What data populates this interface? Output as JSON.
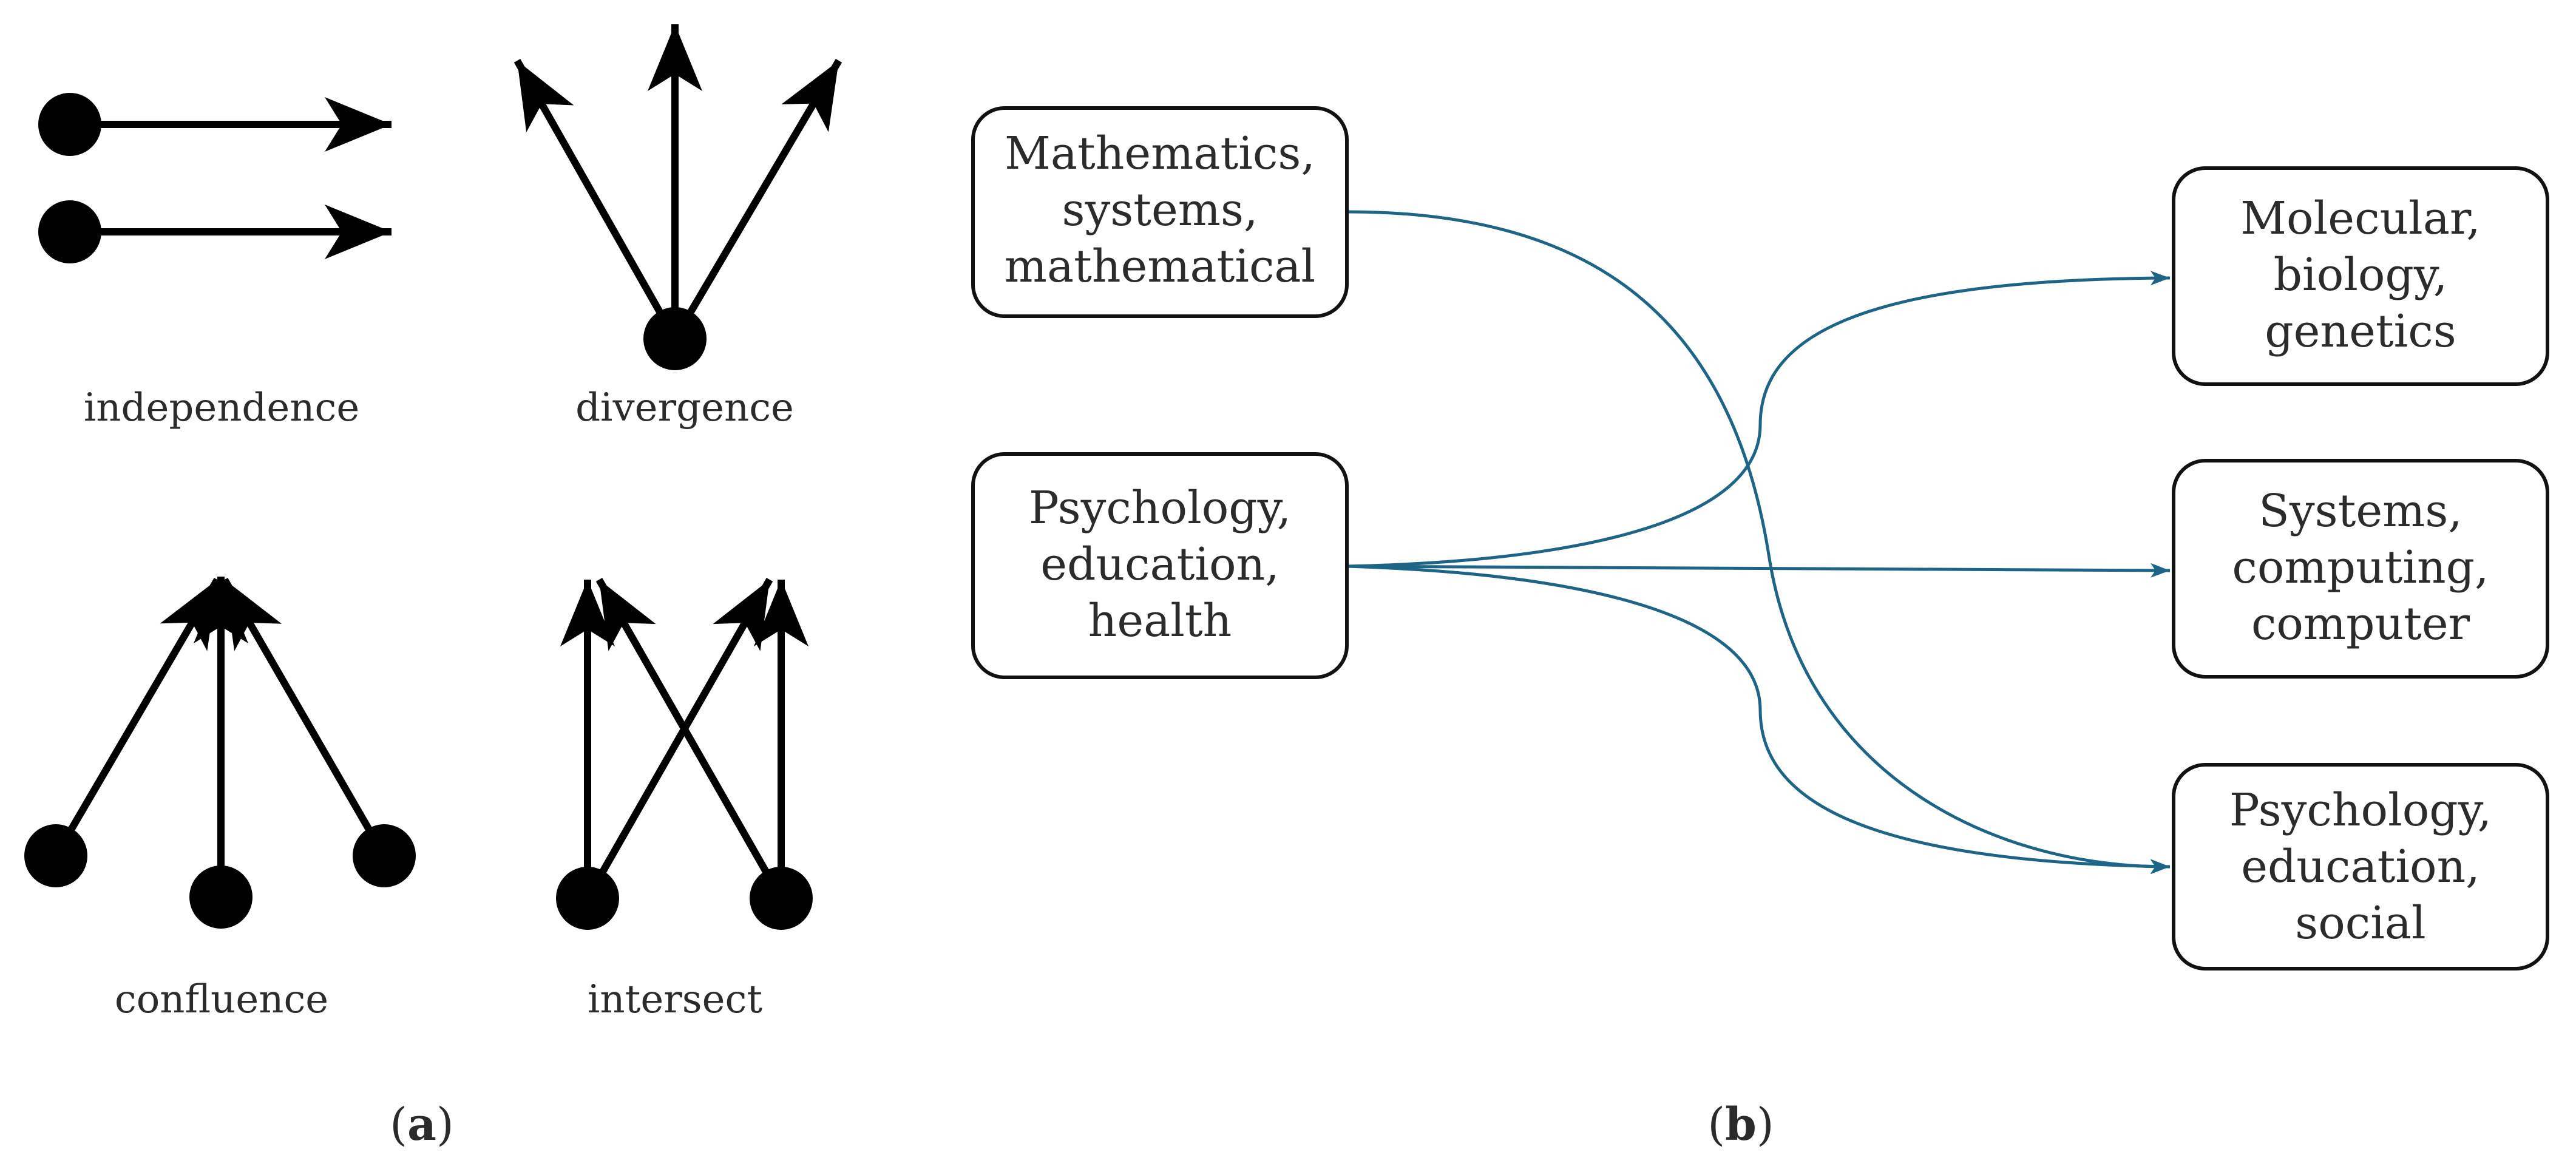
{
  "panel_a": {
    "label": "(a)",
    "label_letter": "a",
    "patterns": [
      {
        "id": "independence",
        "label": "independence"
      },
      {
        "id": "divergence",
        "label": "divergence"
      },
      {
        "id": "confluence",
        "label": "confluence"
      },
      {
        "id": "intersect",
        "label": "intersect"
      }
    ]
  },
  "panel_b": {
    "label": "(b)",
    "label_letter": "b",
    "source_nodes": [
      {
        "id": "src-math",
        "lines": [
          "Mathematics,",
          "systems,",
          "mathematical"
        ]
      },
      {
        "id": "src-psych",
        "lines": [
          "Psychology,",
          "education,",
          "health"
        ]
      }
    ],
    "target_nodes": [
      {
        "id": "tgt-molecular",
        "lines": [
          "Molecular,",
          "biology,",
          "genetics"
        ]
      },
      {
        "id": "tgt-systems",
        "lines": [
          "Systems,",
          "computing,",
          "computer"
        ]
      },
      {
        "id": "tgt-psych",
        "lines": [
          "Psychology,",
          "education,",
          "social"
        ]
      }
    ],
    "links": [
      {
        "from": "src-math",
        "to": "tgt-psych"
      },
      {
        "from": "src-psych",
        "to": "tgt-molecular"
      },
      {
        "from": "src-psych",
        "to": "tgt-systems"
      },
      {
        "from": "src-psych",
        "to": "tgt-psych"
      }
    ],
    "link_color": "#1c6587"
  }
}
